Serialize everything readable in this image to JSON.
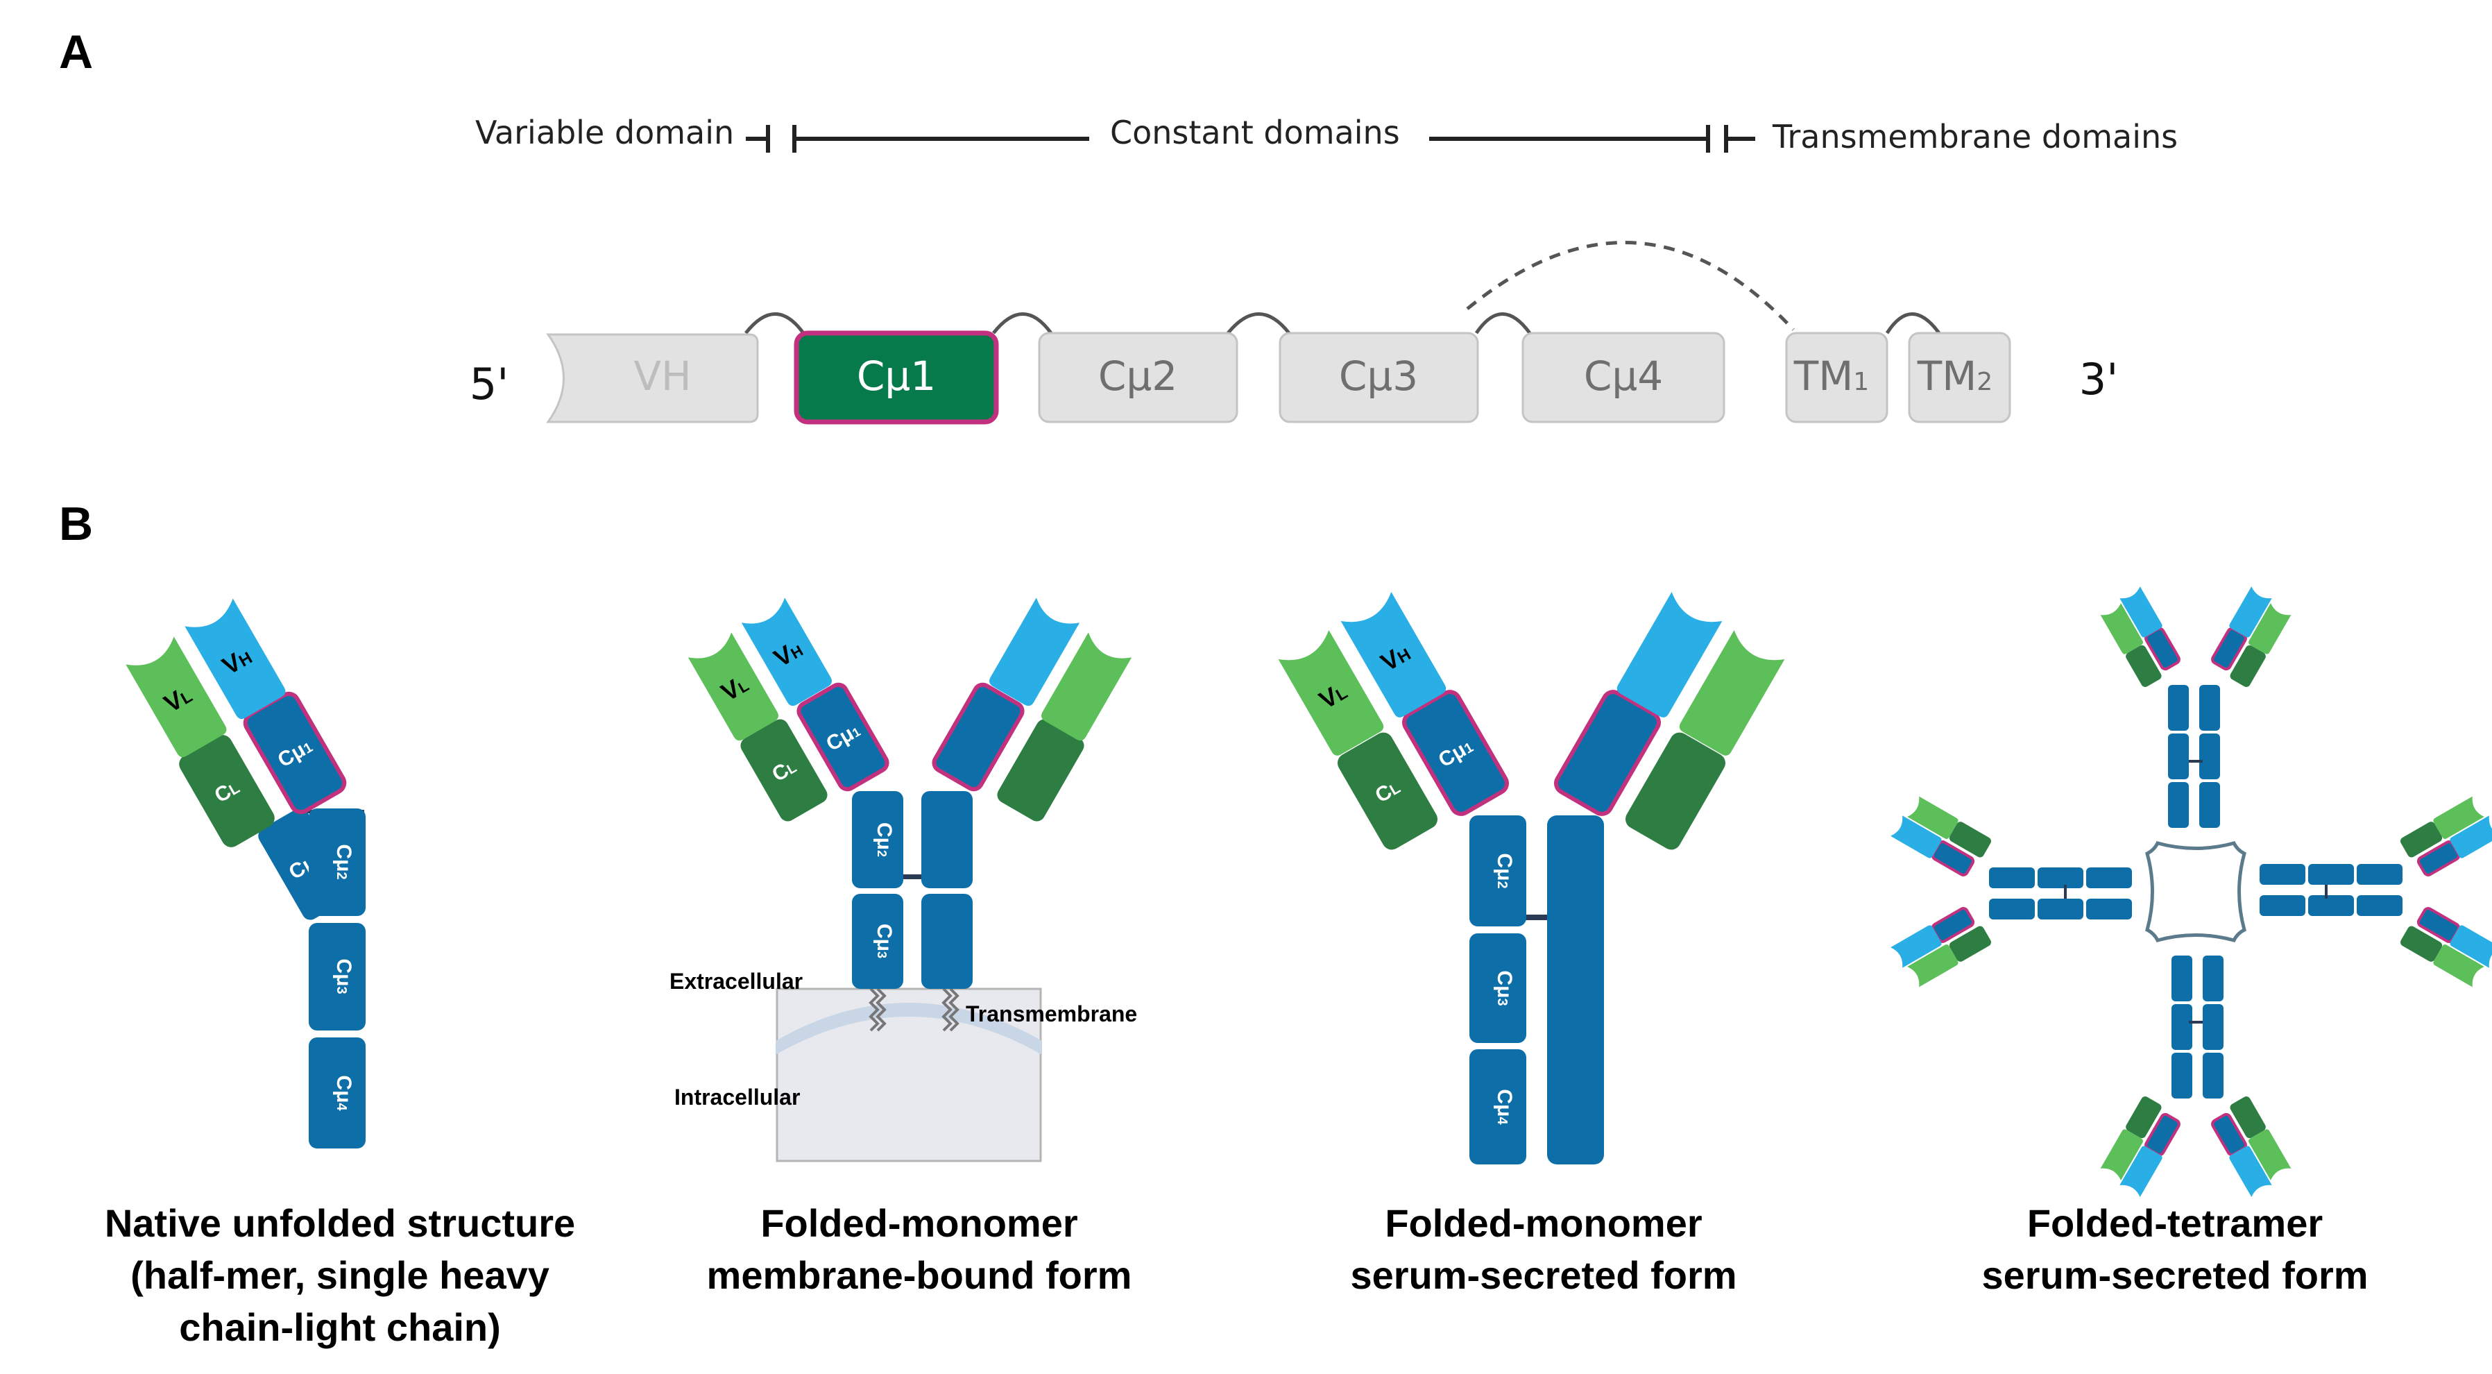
{
  "panels": {
    "a": "A",
    "b": "B"
  },
  "gene_header": {
    "variable": "Variable domain",
    "constant": "Constant domains",
    "transmembrane": "Transmembrane domains"
  },
  "gene": {
    "five_prime": "5'",
    "three_prime": "3'",
    "vh": "VH",
    "cmu1": "Cμ1",
    "cmu2": "Cμ2",
    "cmu3": "Cμ3",
    "cmu4": "Cμ4",
    "tm1": "TM",
    "tm1_sub": "1",
    "tm2": "TM",
    "tm2_sub": "2"
  },
  "domain_labels": {
    "vh": "V",
    "vh_sub": "H",
    "vl": "V",
    "vl_sub": "L",
    "cl": "C",
    "cl_sub": "L",
    "c1": "Cμ",
    "c1_sub": "1",
    "c2": "Cμ",
    "c2_sub": "2",
    "c3": "Cμ",
    "c3_sub": "3",
    "c4": "Cμ",
    "c4_sub": "4"
  },
  "membrane": {
    "extracellular": "Extracellular",
    "transmembrane": "Transmembrane",
    "intracellular": "Intracellular"
  },
  "captions": {
    "native": [
      "Native unfolded structure",
      "(half-mer, single heavy",
      "chain-light chain)"
    ],
    "membrane": [
      "Folded-monomer",
      "membrane-bound form"
    ],
    "serum": [
      "Folded-monomer",
      "serum-secreted form"
    ],
    "tetramer": [
      "Folded-tetramer",
      "serum-secreted form"
    ]
  },
  "colors": {
    "heavy_constant": "#0e6fa8",
    "heavy_variable": "#29aee6",
    "light_variable": "#5cbf5a",
    "light_constant": "#2e7d43",
    "highlight_outline": "#c2317e",
    "cmu1_gene": "#077a4c",
    "gene_box": "#e2e2e2"
  }
}
